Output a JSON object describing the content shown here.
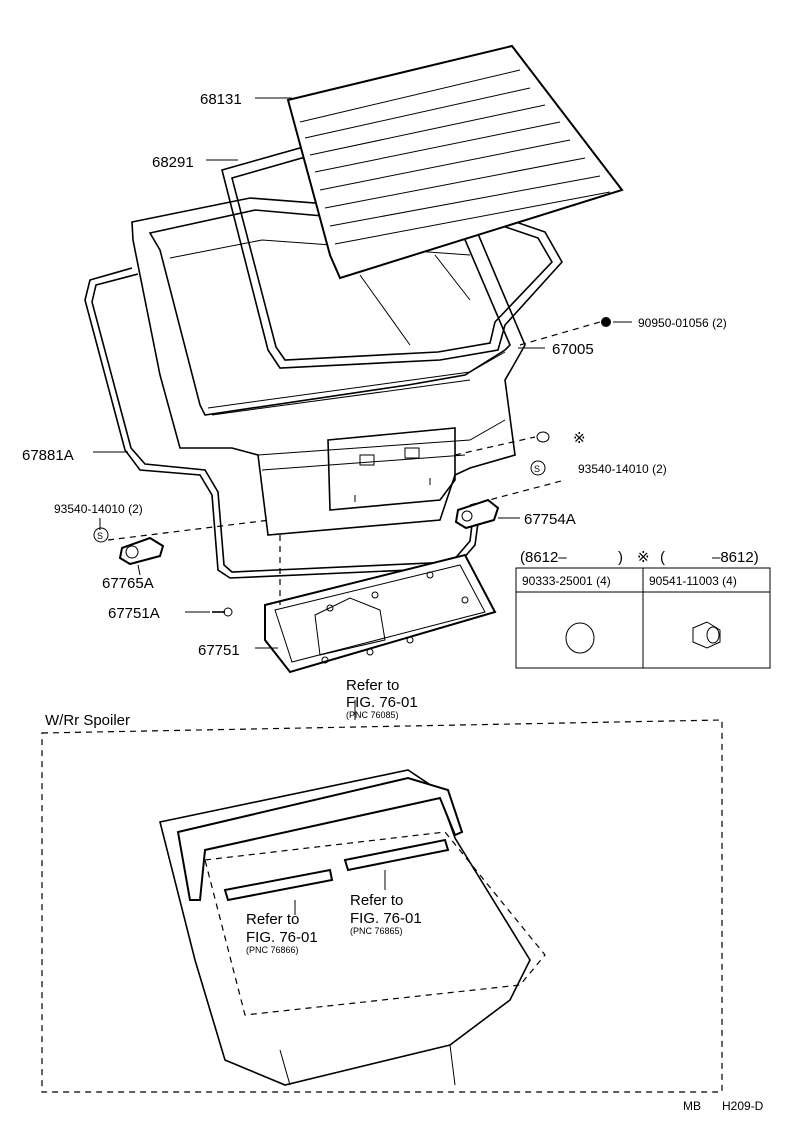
{
  "labels": {
    "p68131": "68131",
    "p68291": "68291",
    "p67005": "67005",
    "p67881A": "67881A",
    "p90950": "90950-01056 (2)",
    "p93540r": "93540-14010 (2)",
    "p93540l": "93540-14010 (2)",
    "p67754A": "67754A",
    "p67765A": "67765A",
    "p67751A": "67751A",
    "p67751": "67751",
    "asterisk": "※",
    "s_symbol": "S"
  },
  "table": {
    "header_left": "(8612–",
    "header_paren": ")",
    "header_mark": "※",
    "header_right": "(",
    "header_right2": "–8612)",
    "col1": "90333-25001 (4)",
    "col2": "90541-11003 (4)"
  },
  "refs": {
    "top_line1": "Refer to",
    "top_line2": "FIG. 76-01",
    "top_line3": "(PNC 76085)",
    "left_line1": "Refer to",
    "left_line2": "FIG. 76-01",
    "left_line3": "(PNC 76866)",
    "right_line1": "Refer to",
    "right_line2": "FIG. 76-01",
    "right_line3": "(PNC 76865)"
  },
  "spoiler_box_title": "W/Rr Spoiler",
  "footer": {
    "code1": "MB",
    "code2": "H209-D"
  }
}
